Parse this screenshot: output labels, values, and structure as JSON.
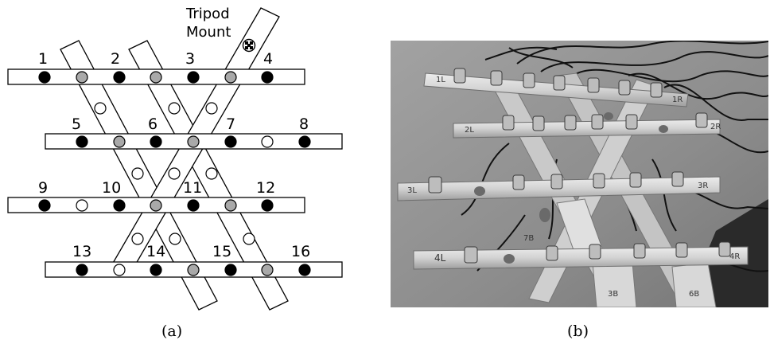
{
  "panel_a": {
    "caption": "(a)",
    "mount_label_line1": "Tripod",
    "mount_label_line2": "Mount",
    "mic_numbers": [
      "1",
      "2",
      "3",
      "4",
      "5",
      "6",
      "7",
      "8",
      "9",
      "10",
      "11",
      "12",
      "13",
      "14",
      "15",
      "16"
    ]
  },
  "panel_b": {
    "caption": "(b)",
    "photo_labels": [
      "1L",
      "1R",
      "2L",
      "2R",
      "3L",
      "3R",
      "4L",
      "4R",
      "7B",
      "3B",
      "6B"
    ]
  },
  "colors": {
    "filled_mic": "#000000",
    "gray_mic": "#a9a9a9",
    "empty_mic": "#ffffff",
    "photo_background": "#8a8a8a",
    "metal_bar": "#d4d4d4"
  }
}
